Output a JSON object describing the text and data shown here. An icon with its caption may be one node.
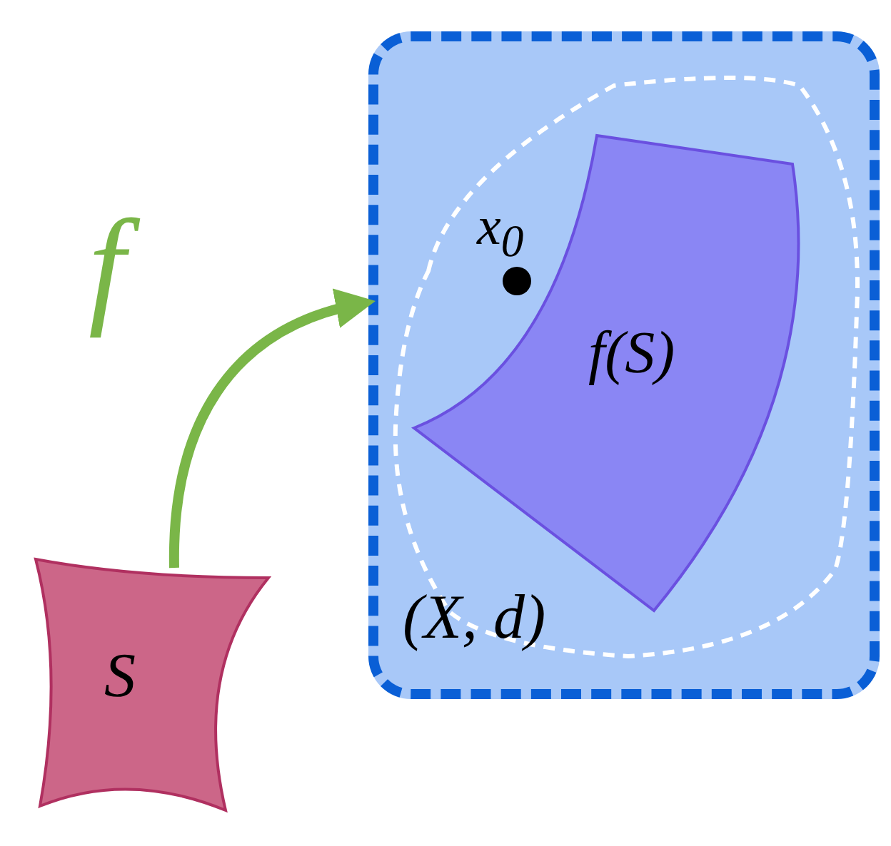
{
  "diagram": {
    "nodes": [
      {
        "text": [
          "(X, d)"
        ]
      },
      {
        "text": [
          "f(S)"
        ],
        "in": 0
      },
      {
        "text": [
          "x$_{0}$"
        ],
        "in": 0
      },
      {
        "text": [
          "S"
        ]
      }
    ],
    "edges": [
      {
        "from": 3,
        "to": 0,
        "arrow": "to",
        "label": "f"
      }
    ]
  }
}
